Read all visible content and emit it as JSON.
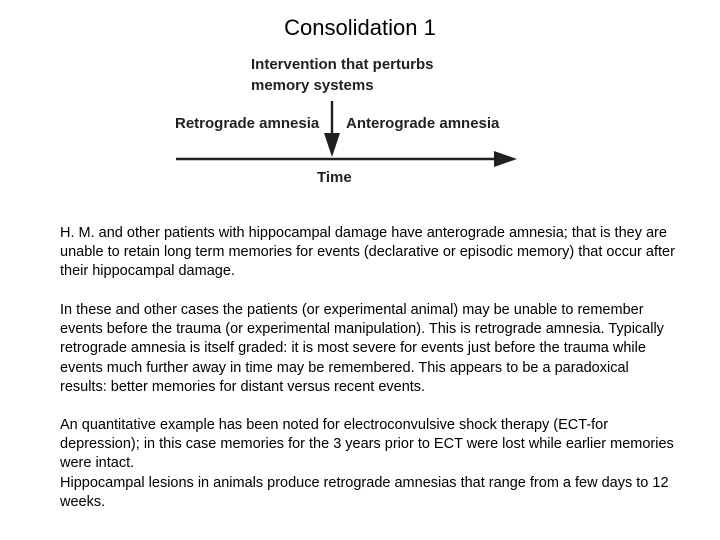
{
  "title": "Consolidation 1",
  "diagram": {
    "intervention_line1": "Intervention that perturbs",
    "intervention_line2": "memory systems",
    "retrograde_label": "Retrograde amnesia",
    "anterograde_label": "Anterograde amnesia",
    "axis_label": "Time",
    "line_color": "#231f20"
  },
  "paragraphs": {
    "p1": "H. M. and other patients with hippocampal damage have anterograde amnesia; that is they are unable to retain long term memories for events (declarative or episodic memory) that occur after their hippocampal damage.",
    "p2": "In these and other cases the patients (or experimental animal) may be unable to remember events before the trauma (or experimental manipulation). This is retrograde amnesia. Typically retrograde amnesia is itself graded: it is most severe for events just before the trauma while events much further away in time may be remembered. This appears to be a paradoxical results: better memories for distant versus recent events.",
    "p3": "An quantitative example has been noted for electroconvulsive shock therapy (ECT-for depression); in this case memories for the 3 years prior to ECT were lost while earlier memories were intact.",
    "p4": "Hippocampal lesions in animals produce retrograde amnesias that range from a few days to 12 weeks."
  }
}
